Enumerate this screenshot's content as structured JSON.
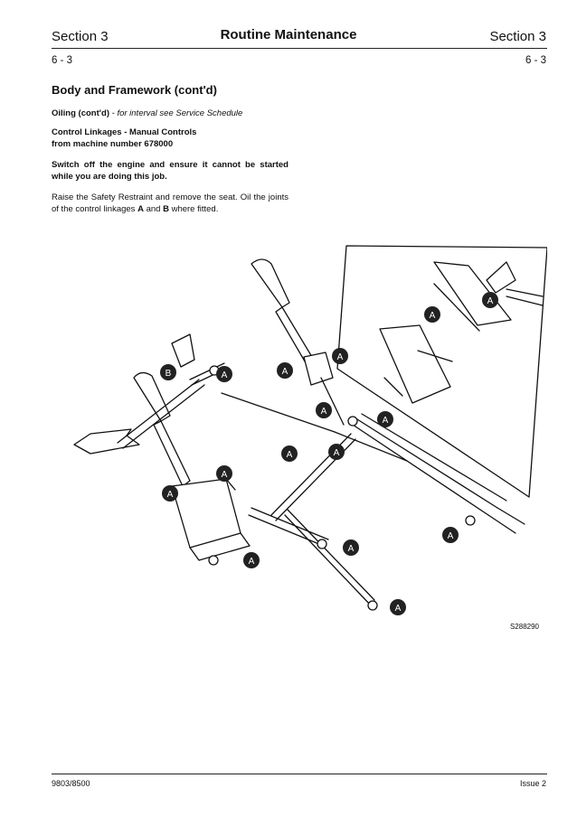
{
  "header": {
    "section_left": "Section 3",
    "title": "Routine Maintenance",
    "section_right": "Section 3",
    "page_left": "6 - 3",
    "page_right": "6 - 3"
  },
  "content": {
    "section_heading": "Body and Framework (cont'd)",
    "oiling_bold": "Oiling (cont'd)",
    "oiling_italic": " - for interval see Service Schedule",
    "control_heading_line1": "Control Linkages - Manual Controls",
    "control_heading_line2": "from machine number 678000",
    "warning": "Switch off the engine and ensure it cannot be started while you are doing this job.",
    "instruction_pre": "Raise the Safety Restraint and remove the seat. Oil the joints of the control linkages ",
    "instruction_a": "A",
    "instruction_mid": " and ",
    "instruction_b": "B",
    "instruction_post": " where fitted."
  },
  "figure": {
    "label_a": "A",
    "label_b": "B",
    "reference": "S288290"
  },
  "footer": {
    "left": "9803/8500",
    "right": "Issue 2"
  }
}
